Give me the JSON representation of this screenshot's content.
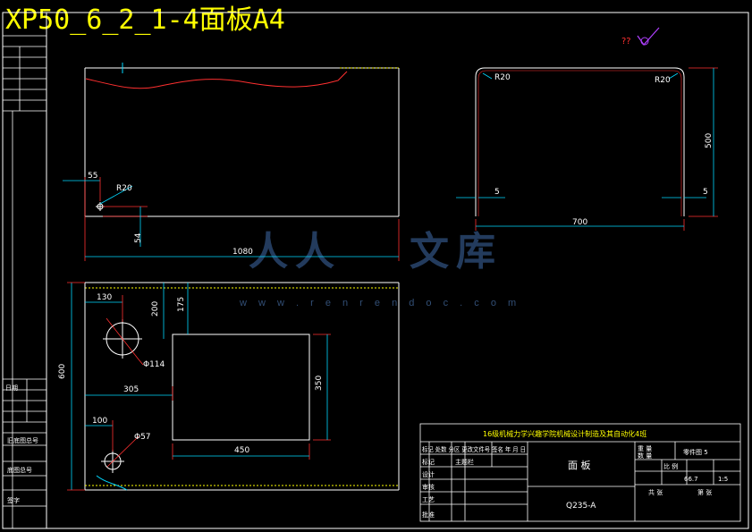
{
  "drawing": {
    "title": "XP50_6_2_1-4面板A4",
    "mark": "??",
    "dimensions": {
      "d1080": "1080",
      "d55": "55",
      "r20_small": "R20",
      "d54": "54",
      "r20_left": "R20",
      "r20_right": "R20",
      "d500": "500",
      "d5_left": "5",
      "d5_right": "5",
      "d700": "700",
      "d130": "130",
      "d200": "200",
      "d175": "175",
      "d600": "600",
      "phi114": "Φ114",
      "d305": "305",
      "d350": "350",
      "d100": "100",
      "phi57": "Φ57",
      "d450": "450"
    }
  },
  "watermark": {
    "chars": [
      "人",
      "人",
      "文",
      "库"
    ],
    "url": "w w w . r e n r e n d o c . c o m"
  },
  "title_block": {
    "header": "16级机械力学兴趣学院机械设计制造及其自动化4班",
    "part_name": "面 板",
    "material": "Q235-A",
    "scale_label": "比 例",
    "count_label": "数 量",
    "weight_label": "重 量",
    "part_no": "零件图 5",
    "weight": "66.7",
    "scale": "1:5",
    "sheet_total": "共 张",
    "sheet_no": "第 张",
    "rows": [
      "标记",
      "设计",
      "审核",
      "工艺",
      "批准"
    ],
    "sign_row": "标记 处数 分区 更改文件号 签名 年 月 日",
    "material_mark": "主题栏"
  },
  "left_strip": {
    "labels": [
      "旧底图总号",
      "底图总号",
      "日期",
      "签字"
    ]
  }
}
